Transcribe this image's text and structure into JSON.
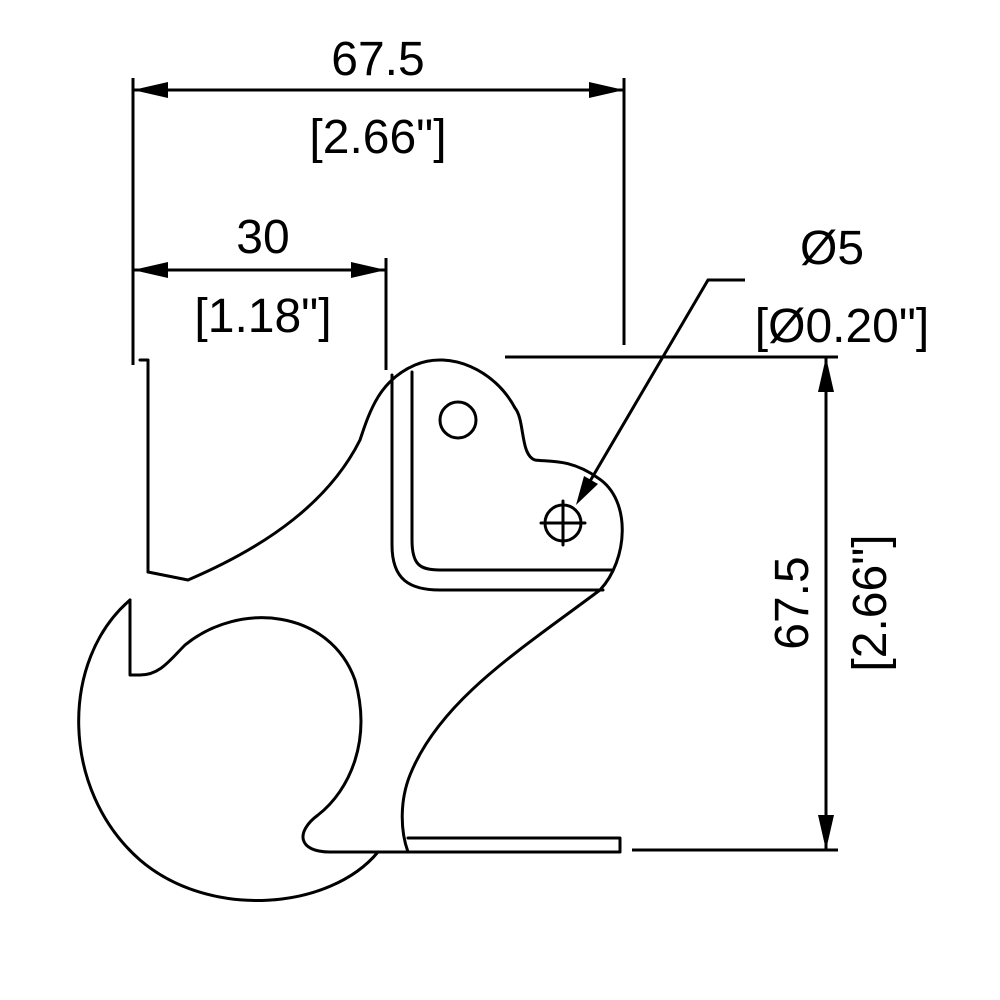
{
  "dimensions": {
    "overall_width": {
      "metric": "67.5",
      "imperial": "[2.66\"]"
    },
    "flange_width": {
      "metric": "30",
      "imperial": "[1.18\"]"
    },
    "hole_diameter": {
      "metric": "Ø5",
      "imperial": "[Ø0.20\"]"
    },
    "overall_height": {
      "metric": "67.5",
      "imperial": "[2.66\"]"
    }
  }
}
